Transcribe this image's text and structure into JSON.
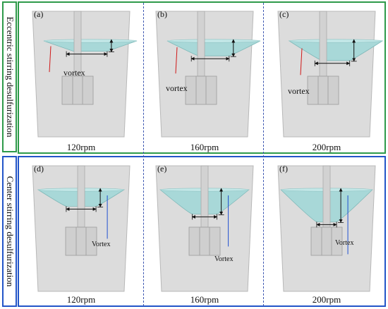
{
  "row_labels": {
    "top": "Eccentric stirring desulfurization",
    "bottom": "Center stirring desulfurization"
  },
  "panels": [
    {
      "letter": "(a)",
      "speed": "120rpm",
      "vortex_label": "vortex",
      "row": "top",
      "vortex_depth": 0.15
    },
    {
      "letter": "(b)",
      "speed": "160rpm",
      "vortex_label": "vortex",
      "row": "top",
      "vortex_depth": 0.3
    },
    {
      "letter": "(c)",
      "speed": "200rpm",
      "vortex_label": "vortex",
      "row": "top",
      "vortex_depth": 0.45
    },
    {
      "letter": "(d)",
      "speed": "120rpm",
      "vortex_label": "Vortex",
      "row": "bottom",
      "vortex_depth": 0.35
    },
    {
      "letter": "(e)",
      "speed": "160rpm",
      "vortex_label": "Vortex",
      "row": "bottom",
      "vortex_depth": 0.6
    },
    {
      "letter": "(f)",
      "speed": "200rpm",
      "vortex_label": "Vortex",
      "row": "bottom",
      "vortex_depth": 0.85
    }
  ],
  "colors": {
    "eccentric_frame": "#2e9a4a",
    "center_frame": "#2255c8",
    "separator": "#3b55b0",
    "vessel": "#dcdcdc",
    "free_surface": "#a8d8d8",
    "eccentric_arrow": "#d01818",
    "center_arrow": "#1f4fd0"
  }
}
